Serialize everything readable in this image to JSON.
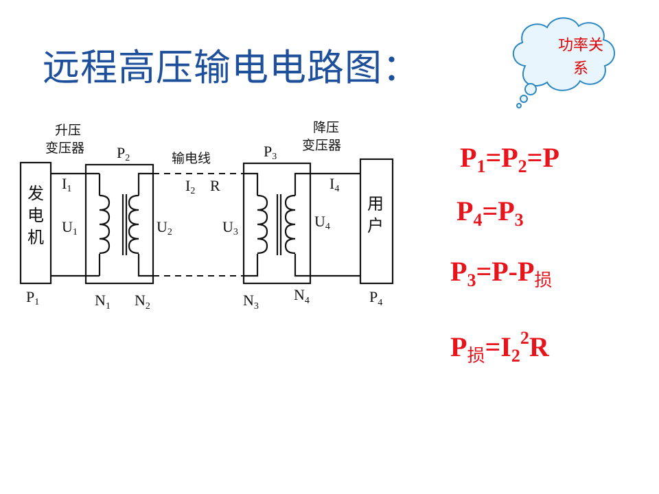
{
  "title": "远程高压输电电路图：",
  "callout": {
    "line1": "功率关",
    "line2": "系"
  },
  "diagram": {
    "generator": "发电机",
    "user": "用户",
    "step_up": [
      "升压",
      "变压器"
    ],
    "step_down": [
      "降压",
      "变压器"
    ],
    "line": "输电线",
    "i1": "I",
    "i1_sub": "1",
    "u1": "U",
    "u1_sub": "1",
    "p2": "P",
    "p2_sub": "2",
    "u2": "U",
    "u2_sub": "2",
    "i2": "I",
    "i2_sub": "2",
    "r": "R",
    "p3": "P",
    "p3_sub": "3",
    "u3": "U",
    "u3_sub": "3",
    "i4": "I",
    "i4_sub": "4",
    "u4": "U",
    "u4_sub": "4",
    "p1_label": "P",
    "p1_sub": "1",
    "n1": "N",
    "n1_sub": "1",
    "n2": "N",
    "n2_sub": "2",
    "n3": "N",
    "n3_sub": "3",
    "n4": "N",
    "n4_sub": "4",
    "p4_label": "P",
    "p4_sub": "4"
  },
  "equations": {
    "eq1": {
      "a": "P",
      "a_sub": "1",
      "b": "=P",
      "b_sub": "2",
      "c": "=P"
    },
    "eq2": {
      "a": "P",
      "a_sub": "4",
      "b": "=P",
      "b_sub": "3"
    },
    "eq3": {
      "a": "P",
      "a_sub": "3",
      "b": "=P-P",
      "b_sub": "损"
    },
    "eq4": {
      "a": "P",
      "a_sub": "损",
      "b": "=I",
      "b_sub": "2",
      "b_sup": "2",
      "c": "R"
    }
  },
  "colors": {
    "title": "#1d4f9a",
    "equation": "#e8141c",
    "callout_text": "#e00000",
    "cloud_fill": "#e8f5fc",
    "cloud_stroke": "#2a87c4"
  }
}
